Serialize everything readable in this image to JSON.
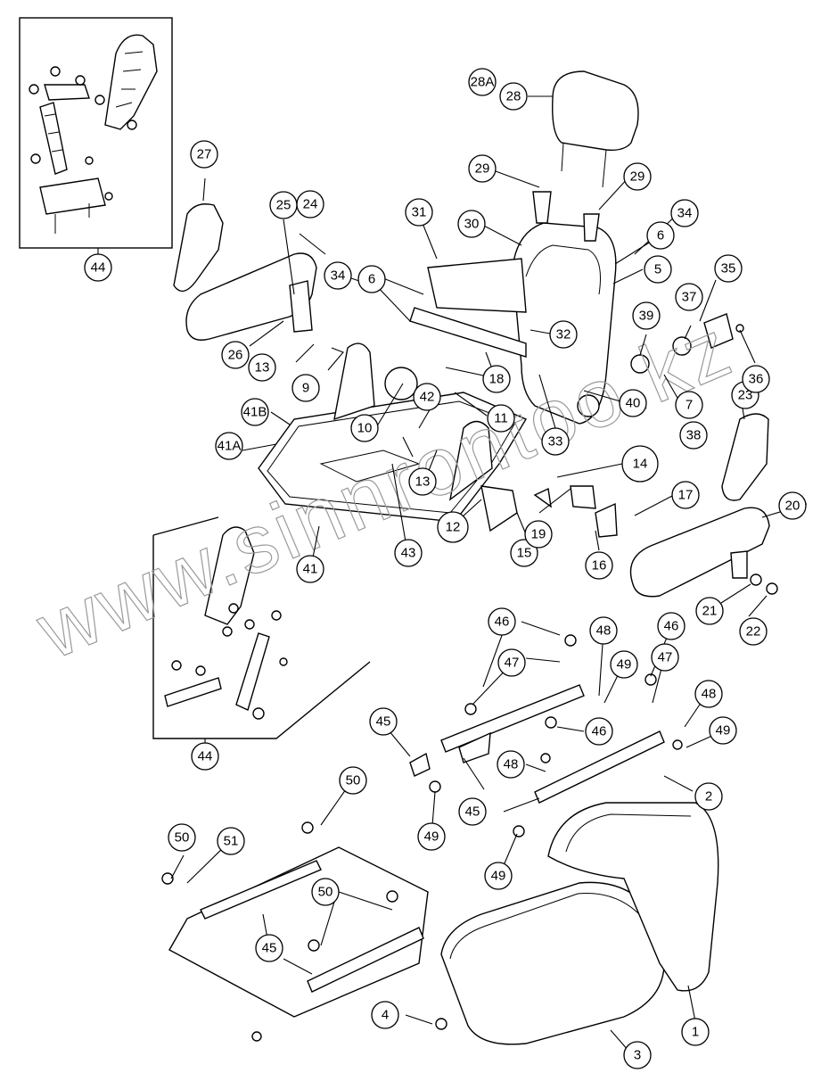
{
  "watermark": "www.sinnrontoo.kz",
  "callouts": [
    {
      "id": "1",
      "label": "1"
    },
    {
      "id": "2",
      "label": "2"
    },
    {
      "id": "3",
      "label": "3"
    },
    {
      "id": "4",
      "label": "4"
    },
    {
      "id": "5",
      "label": "5"
    },
    {
      "id": "6a",
      "label": "6"
    },
    {
      "id": "6b",
      "label": "6"
    },
    {
      "id": "7",
      "label": "7"
    },
    {
      "id": "9",
      "label": "9"
    },
    {
      "id": "10",
      "label": "10"
    },
    {
      "id": "11",
      "label": "11"
    },
    {
      "id": "12",
      "label": "12"
    },
    {
      "id": "13a",
      "label": "13"
    },
    {
      "id": "13b",
      "label": "13"
    },
    {
      "id": "14",
      "label": "14"
    },
    {
      "id": "15",
      "label": "15"
    },
    {
      "id": "16",
      "label": "16"
    },
    {
      "id": "17",
      "label": "17"
    },
    {
      "id": "18",
      "label": "18"
    },
    {
      "id": "19",
      "label": "19"
    },
    {
      "id": "20",
      "label": "20"
    },
    {
      "id": "21",
      "label": "21"
    },
    {
      "id": "22",
      "label": "22"
    },
    {
      "id": "23",
      "label": "23"
    },
    {
      "id": "24",
      "label": "24"
    },
    {
      "id": "25",
      "label": "25"
    },
    {
      "id": "26",
      "label": "26"
    },
    {
      "id": "27",
      "label": "27"
    },
    {
      "id": "28",
      "label": "28"
    },
    {
      "id": "28A",
      "label": "28A"
    },
    {
      "id": "29a",
      "label": "29"
    },
    {
      "id": "29b",
      "label": "29"
    },
    {
      "id": "30",
      "label": "30"
    },
    {
      "id": "31",
      "label": "31"
    },
    {
      "id": "32",
      "label": "32"
    },
    {
      "id": "33",
      "label": "33"
    },
    {
      "id": "34a",
      "label": "34"
    },
    {
      "id": "34b",
      "label": "34"
    },
    {
      "id": "35",
      "label": "35"
    },
    {
      "id": "36",
      "label": "36"
    },
    {
      "id": "37",
      "label": "37"
    },
    {
      "id": "38",
      "label": "38"
    },
    {
      "id": "39",
      "label": "39"
    },
    {
      "id": "40",
      "label": "40"
    },
    {
      "id": "41",
      "label": "41"
    },
    {
      "id": "41A",
      "label": "41A"
    },
    {
      "id": "41B",
      "label": "41B"
    },
    {
      "id": "42",
      "label": "42"
    },
    {
      "id": "43",
      "label": "43"
    },
    {
      "id": "44a",
      "label": "44"
    },
    {
      "id": "44b",
      "label": "44"
    },
    {
      "id": "45a",
      "label": "45"
    },
    {
      "id": "45b",
      "label": "45"
    },
    {
      "id": "45c",
      "label": "45"
    },
    {
      "id": "46a",
      "label": "46"
    },
    {
      "id": "46b",
      "label": "46"
    },
    {
      "id": "46c",
      "label": "46"
    },
    {
      "id": "47a",
      "label": "47"
    },
    {
      "id": "47b",
      "label": "47"
    },
    {
      "id": "48a",
      "label": "48"
    },
    {
      "id": "48b",
      "label": "48"
    },
    {
      "id": "48c",
      "label": "48"
    },
    {
      "id": "49a",
      "label": "49"
    },
    {
      "id": "49b",
      "label": "49"
    },
    {
      "id": "49c",
      "label": "49"
    },
    {
      "id": "49d",
      "label": "49"
    },
    {
      "id": "50a",
      "label": "50"
    },
    {
      "id": "50b",
      "label": "50"
    },
    {
      "id": "50c",
      "label": "50"
    },
    {
      "id": "51",
      "label": "51"
    }
  ]
}
